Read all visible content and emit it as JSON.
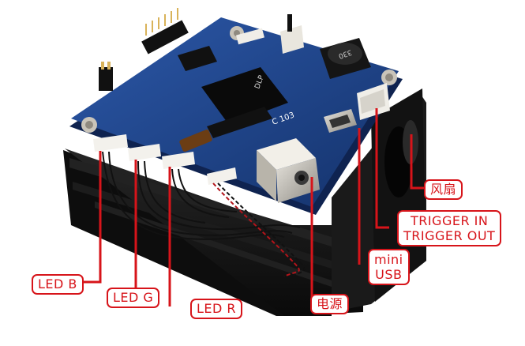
{
  "labels": {
    "led_b": "LED B",
    "led_g": "LED G",
    "led_r": "LED R",
    "power": "电源",
    "mini_usb": [
      "mini",
      "USB"
    ],
    "trigger": [
      "TRIGGER IN",
      "TRIGGER OUT"
    ],
    "fan": "风扇"
  },
  "board_markings": {
    "chip_logo": "DLP",
    "capacitor_text": "C 103",
    "inductor_text": "330"
  },
  "colors": {
    "annotation": "#d7141a",
    "pcb": "#1d3f7e",
    "heatsink": "#141414"
  }
}
